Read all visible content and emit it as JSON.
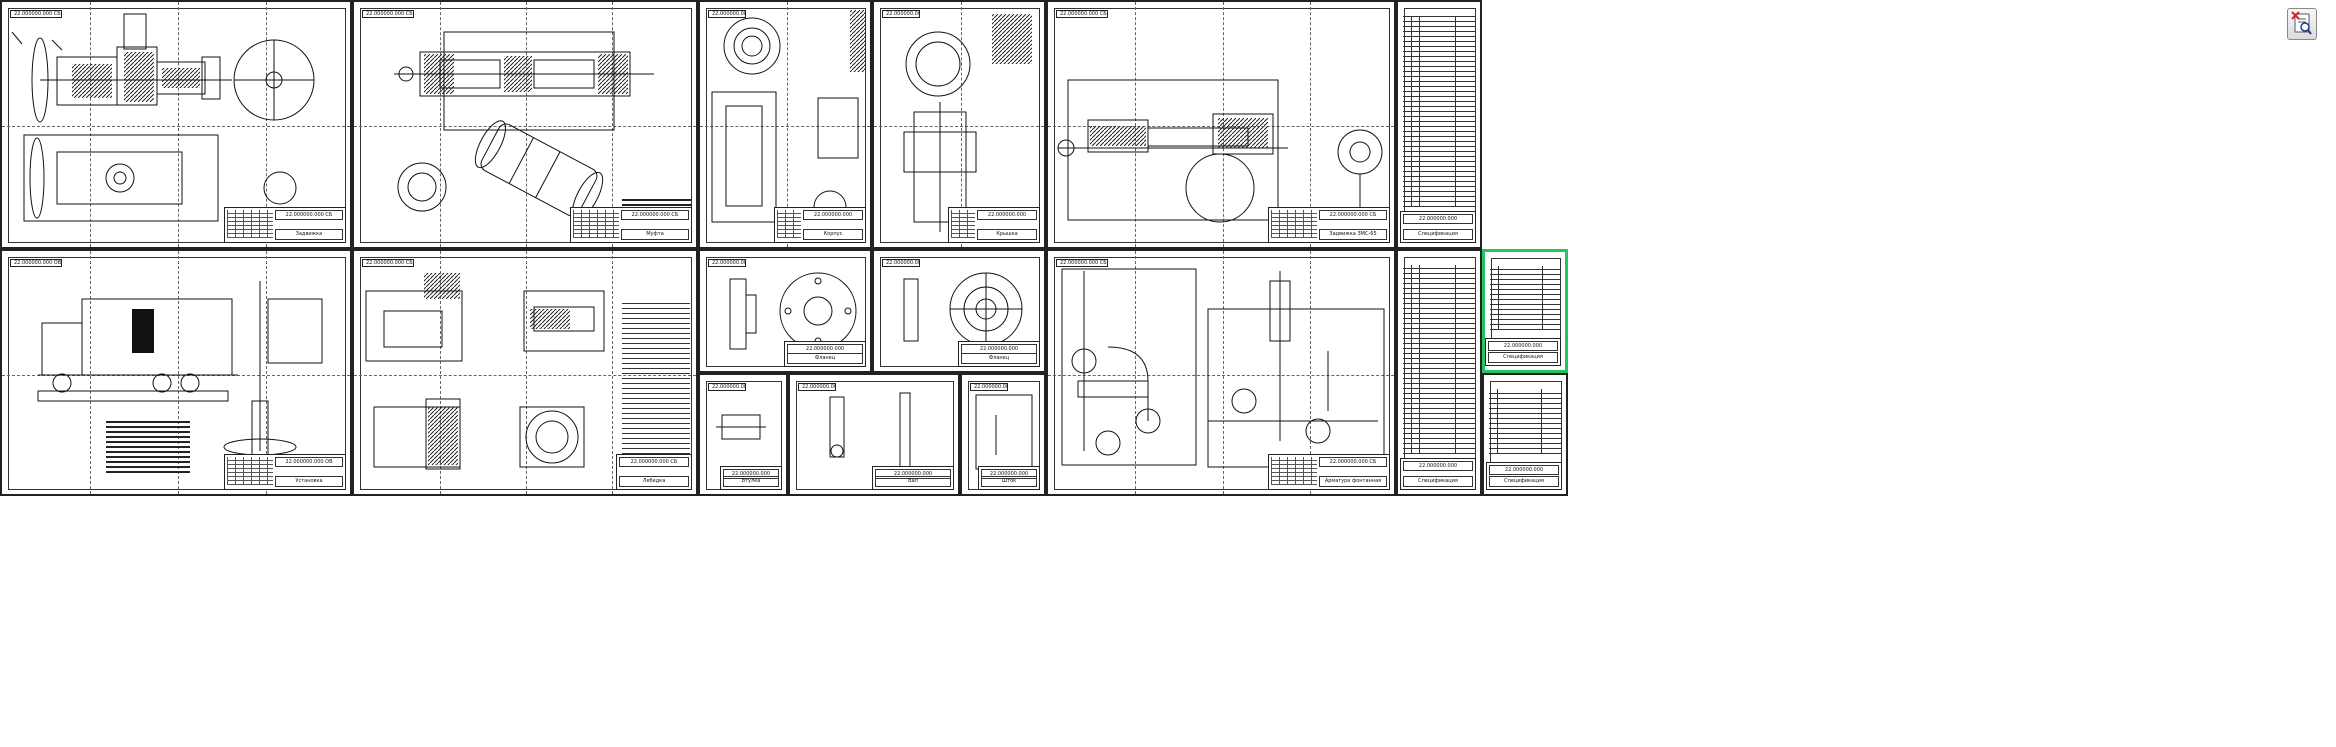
{
  "viewer": {
    "toolbar": {
      "open_icon": "document-search-icon"
    }
  },
  "sheets": [
    {
      "id": "valve-assembly",
      "code": "22.000000.000 СБ",
      "title": "Задвижка"
    },
    {
      "id": "coupling-assembly",
      "code": "22.000000.000 СБ",
      "title": "Муфта"
    },
    {
      "id": "part-detail-1",
      "code": "22.000000.000",
      "title": "Корпус"
    },
    {
      "id": "part-detail-2",
      "code": "22.000000.000",
      "title": "Крышка"
    },
    {
      "id": "pipeline-assembly",
      "code": "22.000000.000 СБ",
      "title": "Задвижка ЗМС-65"
    },
    {
      "id": "spec-column-top",
      "code": "22.000000.000",
      "title": "Спецификация"
    },
    {
      "id": "truck-installation",
      "code": "22.000000.000 ОВ",
      "title": "Установка"
    },
    {
      "id": "winch-assembly",
      "code": "22.000000.000 СБ",
      "title": "Лебедка"
    },
    {
      "id": "flange-1",
      "code": "22.000000.000",
      "title": "Фланец"
    },
    {
      "id": "flange-2",
      "code": "22.000000.000",
      "title": "Фланец"
    },
    {
      "id": "wellhead-assembly",
      "code": "22.000000.000 СБ",
      "title": "Арматура фонтанная"
    },
    {
      "id": "small-part-1",
      "code": "22.000000.000",
      "title": "Втулка"
    },
    {
      "id": "small-part-2",
      "code": "22.000000.000",
      "title": "Вал"
    },
    {
      "id": "small-part-3",
      "code": "22.000000.000",
      "title": "Шток"
    },
    {
      "id": "spec-column-mid",
      "code": "22.000000.000",
      "title": "Спецификация"
    },
    {
      "id": "spec-selected",
      "code": "22.000000.000",
      "title": "Спецификация"
    },
    {
      "id": "spec-bottom",
      "code": "22.000000.000",
      "title": "Спецификация"
    }
  ]
}
